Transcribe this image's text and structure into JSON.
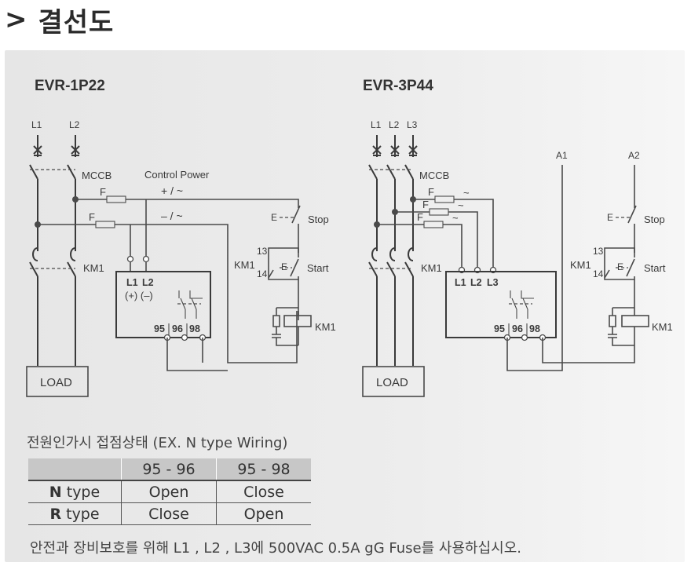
{
  "header": {
    "title": "결선도",
    "chevron": ">"
  },
  "diagrams": [
    {
      "model": "EVR-1P22",
      "lines": [
        "L1",
        "L2"
      ],
      "breaker": "MCCB",
      "control_power": "Control Power",
      "plus": "+ / ~",
      "minus": "– / ~",
      "fuse": "F",
      "stop": "Stop",
      "start": "Start",
      "contactor": "KM1",
      "contact_13": "13",
      "contact_14": "14",
      "e_mark": "E",
      "relay_inputs": [
        "L1",
        "L2"
      ],
      "relay_polarity": "(+) (–)",
      "relay_terms": [
        "95",
        "96",
        "98"
      ],
      "load": "LOAD"
    },
    {
      "model": "EVR-3P44",
      "lines": [
        "L1",
        "L2",
        "L3"
      ],
      "breaker": "MCCB",
      "fuse": "F",
      "tilde": "~",
      "aux": [
        "A1",
        "A2"
      ],
      "stop": "Stop",
      "start": "Start",
      "contactor": "KM1",
      "contact_13": "13",
      "contact_14": "14",
      "e_mark": "E",
      "relay_inputs": [
        "L1",
        "L2",
        "L3"
      ],
      "relay_terms": [
        "95",
        "96",
        "98"
      ],
      "load": "LOAD"
    }
  ],
  "status_table": {
    "caption": "전원인가시 접점상태 (EX. N type Wiring)",
    "headers": [
      "",
      "95 - 96",
      "95 - 98"
    ],
    "rows": [
      {
        "type_bold": "N",
        "type_rest": " type",
        "c1": "Open",
        "c2": "Close"
      },
      {
        "type_bold": "R",
        "type_rest": " type",
        "c1": "Close",
        "c2": "Open"
      }
    ]
  },
  "note": "안전과 장비보호를 위해 L1 , L2 , L3에  500VAC 0.5A gG Fuse를 사용하십시오."
}
